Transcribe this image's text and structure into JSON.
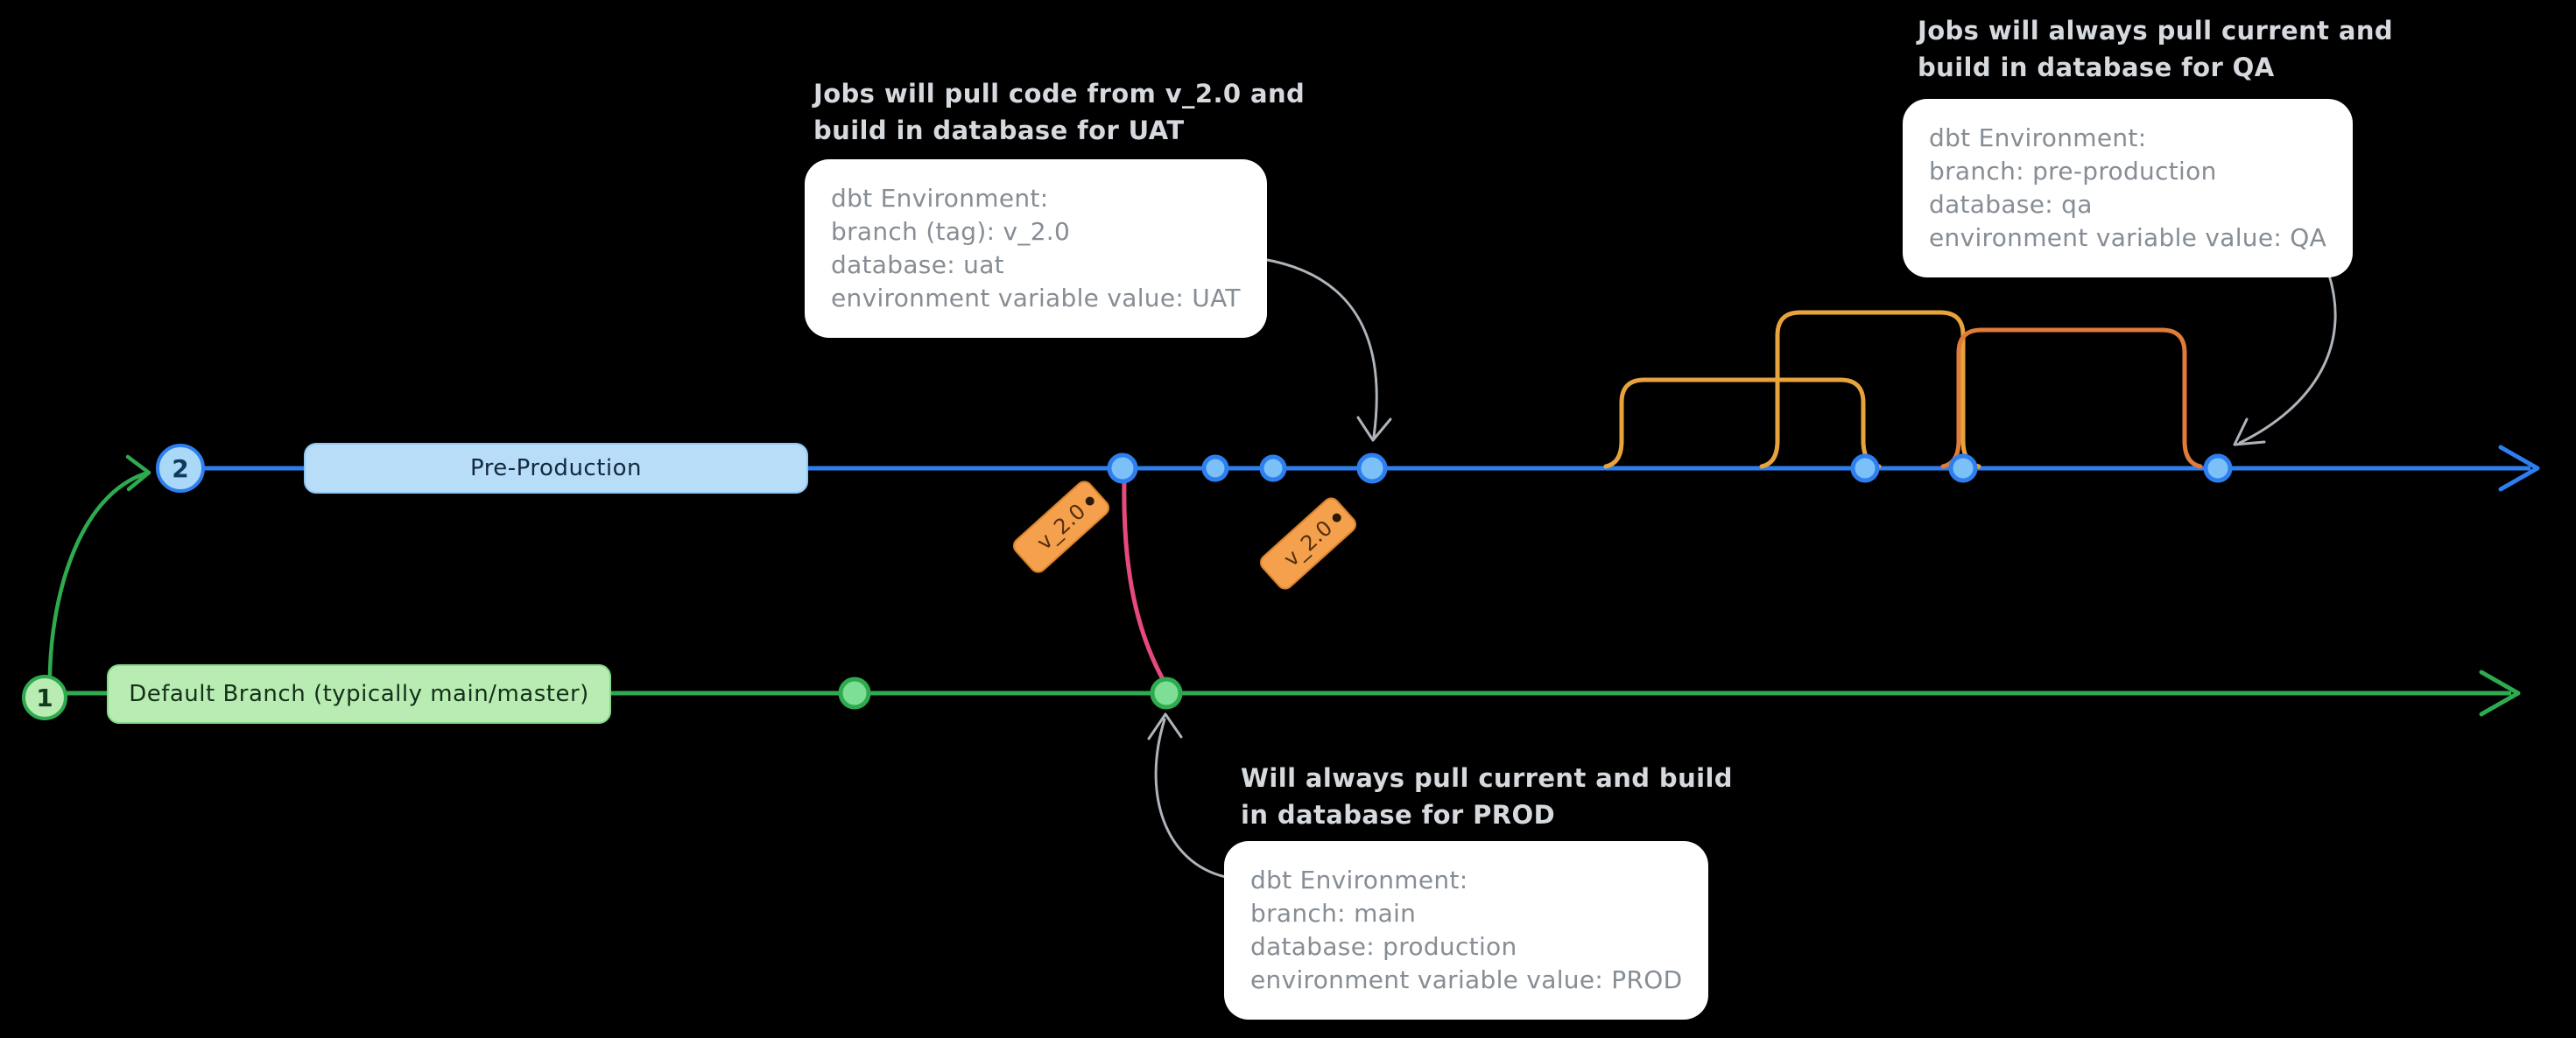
{
  "colors": {
    "background": "#000000",
    "blue_branch": "#2d7ff0",
    "blue_commit_fill": "#7cc0f8",
    "blue_label_bg": "#b7ddf8",
    "green_branch": "#2eaa4f",
    "green_commit_fill": "#7ede96",
    "green_label_bg": "#b9ecb3",
    "pink_merge": "#e64980",
    "amber_arc": "#e8a33d",
    "orange_arc": "#e07b39",
    "tag_fill": "#f5a04c",
    "bubble_bg": "#ffffff",
    "bubble_text": "#868d94",
    "heading_text": "#d6dade",
    "arrow_gray": "#aeb4ba"
  },
  "branches": {
    "pre_production": {
      "number": "2",
      "label": "Pre-Production"
    },
    "default": {
      "number": "1",
      "label": "Default Branch (typically main/master)"
    }
  },
  "tags": [
    {
      "label": "v_2.0"
    },
    {
      "label": "v_2.0"
    }
  ],
  "annotations": {
    "uat": {
      "heading_line1": "Jobs will pull code from v_2.0 and",
      "heading_line2": "build in database for UAT",
      "bubble_lines": [
        "dbt Environment:",
        "branch (tag): v_2.0",
        "database: uat",
        "environment variable value: UAT"
      ]
    },
    "qa": {
      "heading_line1": "Jobs will always pull current and",
      "heading_line2": "build in database for QA",
      "bubble_lines": [
        "dbt Environment:",
        "branch: pre-production",
        "database: qa",
        "environment variable value: QA"
      ]
    },
    "prod": {
      "heading_line1": "Will always pull current and build",
      "heading_line2": "in database for PROD",
      "bubble_lines": [
        "dbt Environment:",
        "branch: main",
        "database: production",
        "environment variable value: PROD"
      ]
    }
  }
}
